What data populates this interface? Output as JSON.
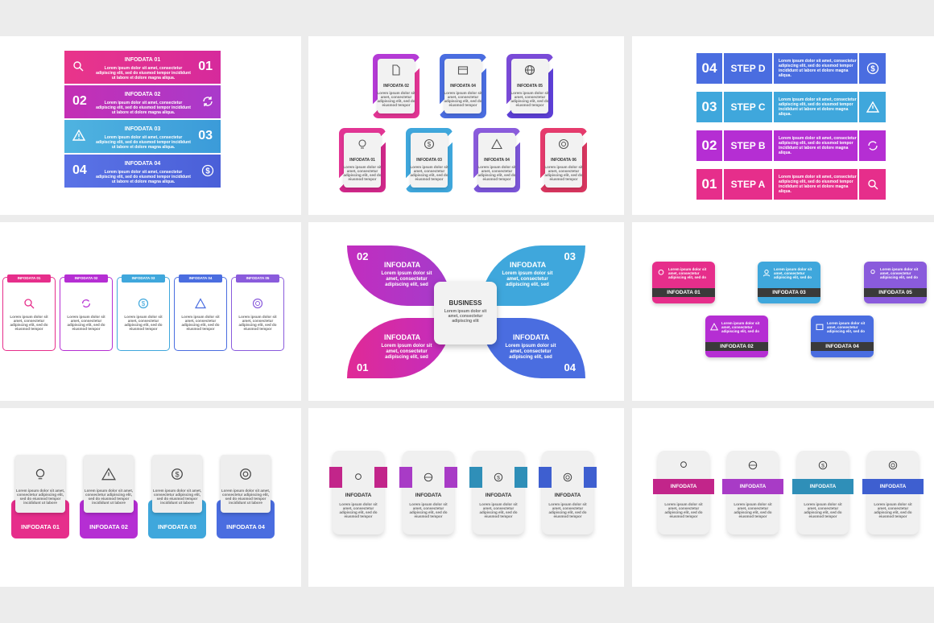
{
  "lorem_long": "Lorem ipsum dolor sit amet, consectetur adipiscing elit, sed do eiusmod tempor incididunt ut labore et dolore magna aliqua.",
  "lorem_med": "Lorem ipsum dolor sit amet, consectetur adipiscing elit, sed do eiusmod tempor incididunt ut labore",
  "lorem_short": "Lorem ipsum dolor sit amet, consectetur adipiscing elit, sed do eiusmod tempor",
  "colors": {
    "magenta": "#e62e8b",
    "purple": "#b52ed3",
    "violet": "#8a5bdc",
    "cyan": "#3fa7dc",
    "blue": "#4a6de0",
    "pink": "#e63b6d"
  },
  "tile1": {
    "bands": [
      {
        "title": "INFODATA 01",
        "num": "01",
        "icon": "search-icon"
      },
      {
        "title": "INFODATA 02",
        "num": "02",
        "icon": "refresh-icon"
      },
      {
        "title": "INFODATA 03",
        "num": "03",
        "icon": "warning-icon"
      },
      {
        "title": "INFODATA 04",
        "num": "04",
        "icon": "dollar-icon"
      }
    ]
  },
  "tile2": {
    "cards": [
      {
        "title": "INFODATA 02",
        "icon": "document-icon"
      },
      {
        "title": "INFODATA 04",
        "icon": "calendar-icon"
      },
      {
        "title": "INFODATA 05",
        "icon": "globe-icon"
      },
      {
        "title": "INFODATA 01",
        "icon": "bulb-icon"
      },
      {
        "title": "INFODATA 03",
        "icon": "dollar-icon"
      },
      {
        "title": "INFODATA 04",
        "icon": "warning-icon"
      },
      {
        "title": "INFODATA 06",
        "icon": "target-icon"
      }
    ]
  },
  "tile3": {
    "rows": [
      {
        "num": "04",
        "step": "STEP D",
        "icon": "dollar-icon"
      },
      {
        "num": "03",
        "step": "STEP C",
        "icon": "warning-icon"
      },
      {
        "num": "02",
        "step": "STEP B",
        "icon": "refresh-icon"
      },
      {
        "num": "01",
        "step": "STEP A",
        "icon": "search-icon"
      }
    ]
  },
  "tile4": {
    "boxes": [
      {
        "tag": "INFODATA 01",
        "icon": "search-icon"
      },
      {
        "tag": "INFODATA 02",
        "icon": "refresh-icon"
      },
      {
        "tag": "INFODATA 03",
        "icon": "dollar-icon"
      },
      {
        "tag": "INFODATA 04",
        "icon": "warning-icon"
      },
      {
        "tag": "INFODATA 05",
        "icon": "target-icon"
      }
    ]
  },
  "tile5": {
    "center_title": "BUSINESS",
    "center_text": "Lorem ipsum dolor sit amet, consectetur adipiscing elit",
    "petal_title": "INFODATA",
    "petal_text": "Lorem ipsum dolor sit amet, consectetur adipiscing elit, sed",
    "nums": [
      "02",
      "03",
      "01",
      "04"
    ]
  },
  "tile6": {
    "cards": [
      {
        "label": "INFODATA 01",
        "icon": "bulb-icon"
      },
      {
        "label": "INFODATA 03",
        "icon": "user-icon"
      },
      {
        "label": "INFODATA 05",
        "icon": "user-icon"
      },
      {
        "label": "INFODATA 02",
        "icon": "warning-icon"
      },
      {
        "label": "INFODATA 04",
        "icon": "calendar-icon"
      }
    ]
  },
  "tile7": {
    "items": [
      {
        "label": "INFODATA 01",
        "icon": "bulb-icon"
      },
      {
        "label": "INFODATA 02",
        "icon": "warning-icon"
      },
      {
        "label": "INFODATA 03",
        "icon": "dollar-icon"
      },
      {
        "label": "INFODATA 04",
        "icon": "target-icon"
      }
    ]
  },
  "tile8": {
    "title": "INFODATA",
    "icons": [
      "bulb-icon",
      "globe-icon",
      "dollar-icon",
      "target-icon"
    ]
  },
  "tile9": {
    "title": "INFODATA",
    "icons": [
      "bulb-icon",
      "globe-icon",
      "dollar-icon",
      "target-icon"
    ]
  }
}
